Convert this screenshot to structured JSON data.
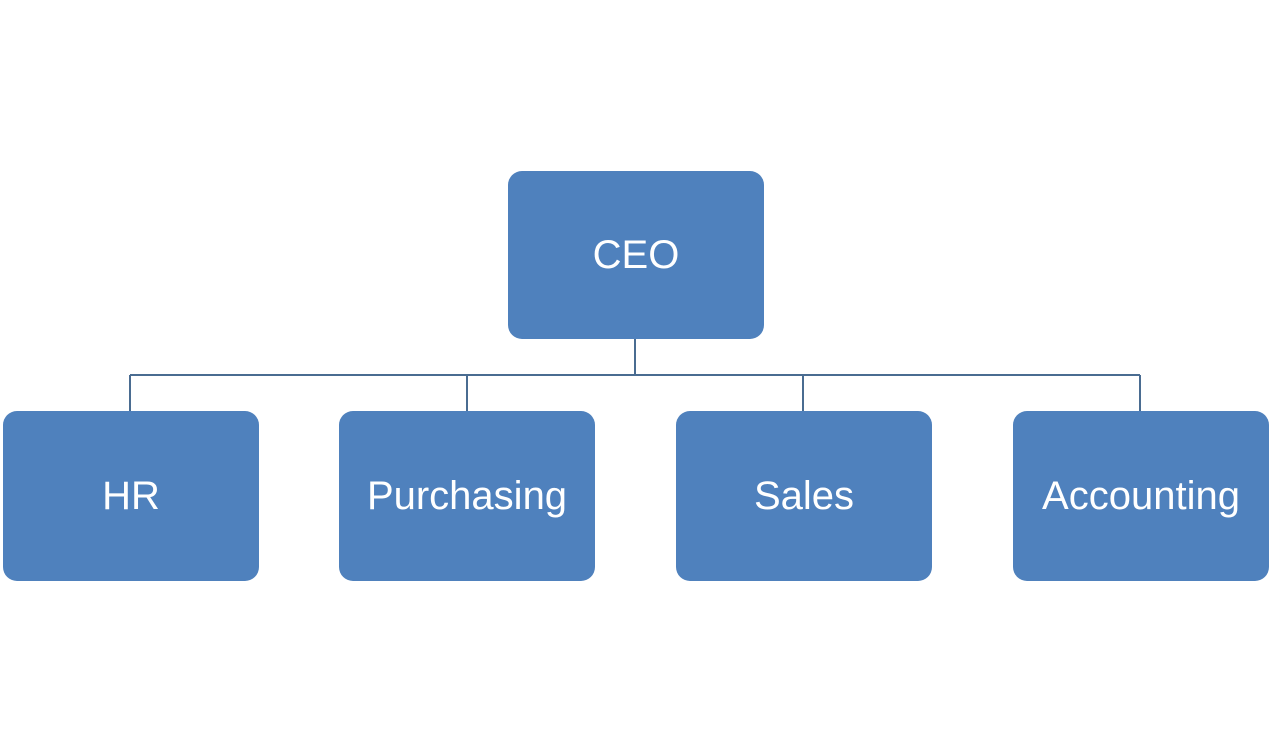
{
  "colors": {
    "box_fill": "#4f81bd",
    "connector": "#4a6c91",
    "text": "#ffffff"
  },
  "org": {
    "root": {
      "label": "CEO"
    },
    "children": [
      {
        "label": "HR"
      },
      {
        "label": "Purchasing"
      },
      {
        "label": "Sales"
      },
      {
        "label": "Accounting"
      }
    ]
  }
}
